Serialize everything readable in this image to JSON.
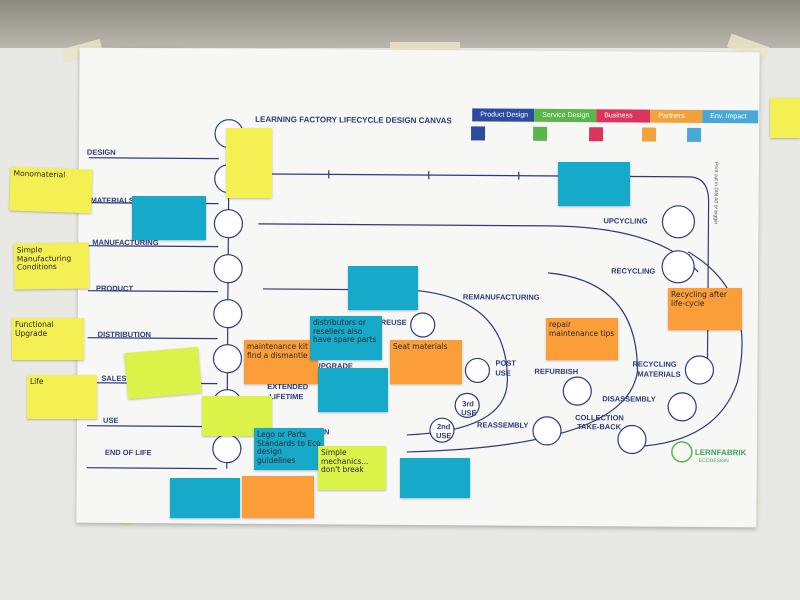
{
  "canvas": {
    "title": "LEARNING FACTORY LIFECYCLE DESIGN CANVAS",
    "logo": "LERNFABRIK",
    "logo_sub": "ECODESIGN",
    "side_note": "Print out in DIN A0 or bigger",
    "legend": [
      {
        "label": "Product Design",
        "color": "#2b4aa0"
      },
      {
        "label": "Service Design",
        "color": "#5ab54a"
      },
      {
        "label": "Business",
        "color": "#d8365c"
      },
      {
        "label": "Partners",
        "color": "#f2a23a"
      },
      {
        "label": "Env. Impact",
        "color": "#4aa8d8"
      }
    ],
    "stages_left": [
      "DESIGN",
      "MATERIALS",
      "MANUFACTURING",
      "PRODUCT",
      "DISTRIBUTION",
      "SALES",
      "USE",
      "END OF LIFE"
    ],
    "loop_labels": {
      "upcycling": "UPCYCLING",
      "recycling": "RECYCLING",
      "remanufacturing": "REMANUFACTURING",
      "reuse": "REUSE",
      "upgrade": "UPGRADE",
      "extended": "EXTENDED",
      "lifetime": "LIFETIME",
      "refurbish": "REFURBISH",
      "post": "POST",
      "use": "USE",
      "third": "3rd",
      "third_use": "USE",
      "second": "2nd",
      "second_use": "USE",
      "reassembly": "REASSEMBLY",
      "disassembly": "DISASSEMBLY",
      "recycling_materials_1": "RECYCLING",
      "recycling_materials_2": "MATERIALS",
      "collection_1": "COLLECTION",
      "collection_2": "TAKE-BACK",
      "repair": "IN"
    }
  },
  "notes": {
    "left_1": "Monomaterial",
    "left_2": "Simple Manufacturing Conditions",
    "left_3": "Functional Upgrade",
    "left_4": "Life",
    "center_1": "maintenance kit",
    "center_1b": "find a dismantle",
    "center_2": "distributors or resellers also have spare parts",
    "center_3": "Seat materials",
    "center_4": "Lego or Parts Standards to Eco design guidelines",
    "center_5": "Simple mechanics... don't break",
    "right_1": "repair maintenance tips",
    "right_2": "Recycling after life-cycle"
  }
}
